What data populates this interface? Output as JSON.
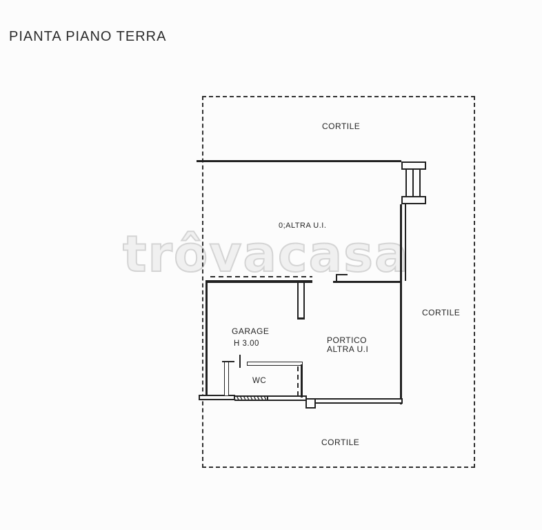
{
  "title": "PIANTA PIANO TERRA",
  "watermark": {
    "text": "trôvacasa"
  },
  "labels": {
    "cortile_top": "CORTILE",
    "cortile_right": "CORTILE",
    "cortile_bottom": "CORTILE",
    "upper_unit": "0;ALTRA U.I.",
    "garage": "GARAGE",
    "garage_height": "H 3.00",
    "portico_line1": "PORTICO",
    "portico_line2": "ALTRA U.I",
    "wc": "WC"
  },
  "colors": {
    "line": "#212121",
    "watermark_stroke": "#d4d4d4",
    "background": "#fcfcfc",
    "text": "#232323"
  }
}
